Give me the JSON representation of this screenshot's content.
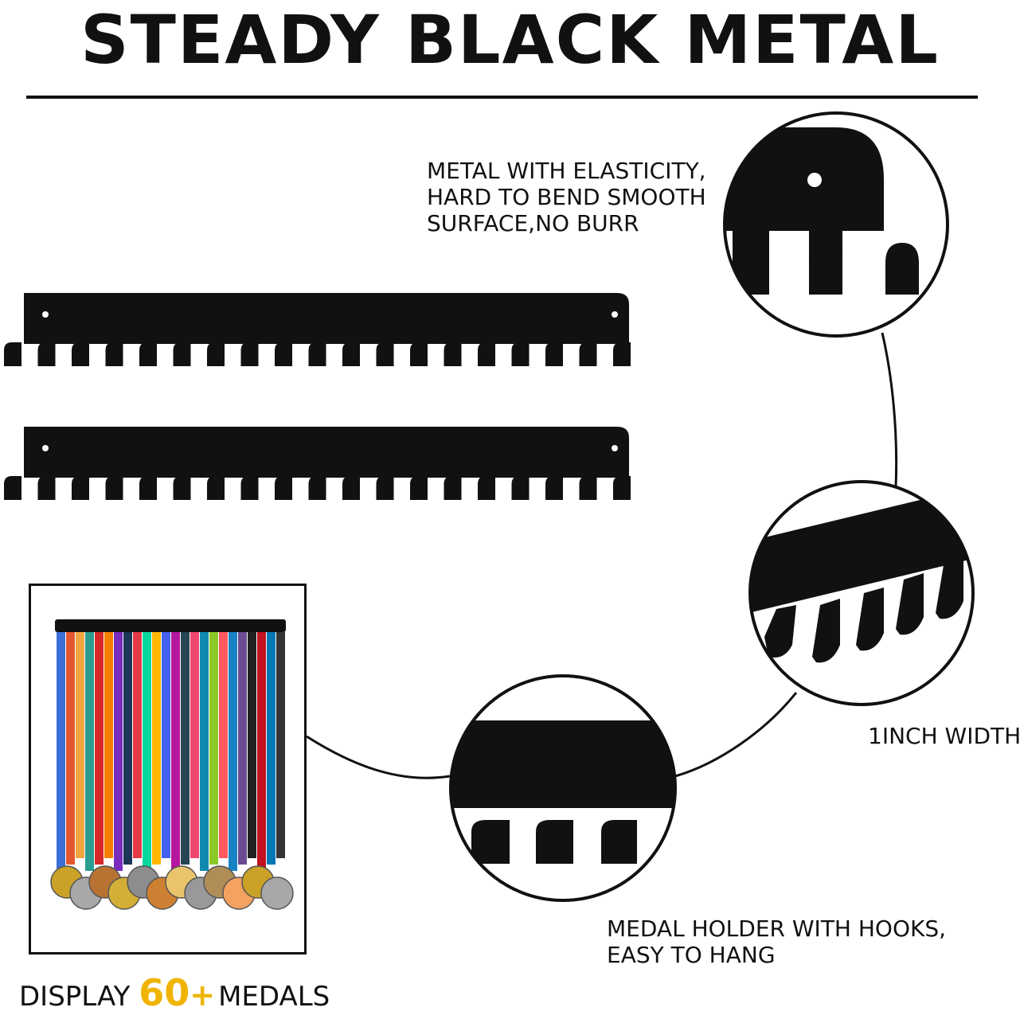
{
  "header": {
    "title": "STEADY BLACK METAL"
  },
  "callouts": {
    "elasticity": [
      "METAL WITH ELASTICITY,",
      "HARD TO BEND SMOOTH",
      "SURFACE,NO BURR"
    ],
    "width": "1INCH WIDTH",
    "hang": [
      "MEDAL HOLDER WITH HOOKS,",
      "EASY TO HANG"
    ]
  },
  "display": {
    "prefix": "DISPLAY ",
    "count": "60",
    "plus": "+",
    "suffix": "MEDALS"
  },
  "colors": {
    "metal": "#111111",
    "accent": "#f0b400",
    "background": "#ffffff"
  }
}
